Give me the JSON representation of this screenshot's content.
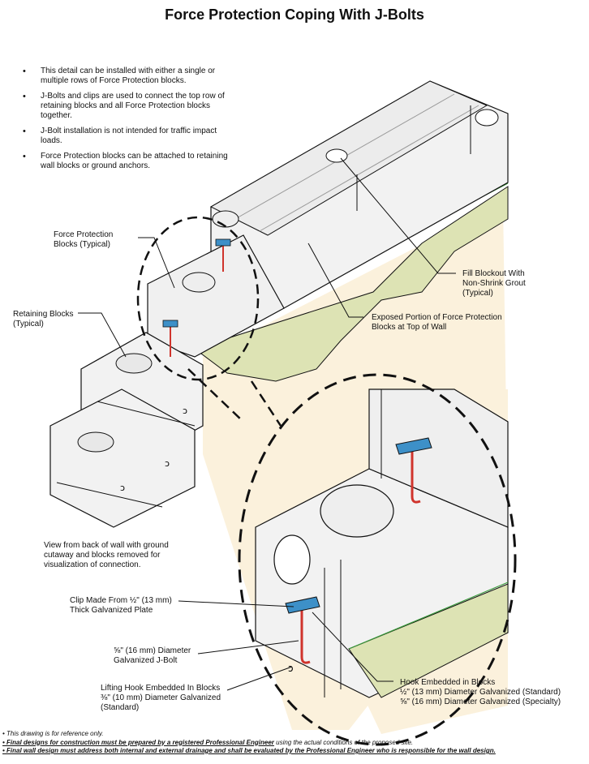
{
  "title": "Force Protection Coping With J-Bolts",
  "bullets": [
    "This detail can be installed with either a single or multiple rows of Force Protection blocks.",
    "J-Bolts and clips are used to connect the top row of retaining blocks and all Force Protection blocks together.",
    "J-Bolt installation is not intended for traffic impact loads.",
    "Force Protection blocks can be attached to retaining wall blocks or ground anchors."
  ],
  "labels": {
    "force_protection_blocks": "Force Protection\nBlocks (Typical)",
    "retaining_blocks": "Retaining Blocks\n(Typical)",
    "fill_blockout": "Fill Blockout With\nNon-Shrink Grout\n(Typical)",
    "exposed_portion": "Exposed Portion of Force Protection\nBlocks at Top of Wall",
    "view_note": "View from back of wall with ground\ncutaway and blocks removed for\nvisualization of connection.",
    "clip": "Clip Made From ½\" (13 mm)\nThick Galvanized Plate",
    "jbolt": "⅝\" (16 mm) Diameter\nGalvanized J-Bolt",
    "lifting_hook": "Lifting Hook Embedded In Blocks\n⅜\" (10 mm) Diameter Galvanized\n(Standard)",
    "hook_embedded": "Hook Embedded in Blocks\n½\" (13 mm) Diameter Galvanized (Standard)\n⅝\" (16 mm) Diameter Galvanized (Specialty)"
  },
  "notes": {
    "n1": "• This drawing is for reference only.",
    "n2_bold": "• Final designs for construction must be prepared by a registered Professional Engineer",
    "n2_rest": " using the actual conditions of the proposed site.",
    "n3": "• Final wall design must address both internal and external drainage and shall be evaluated by the Professional Engineer who is responsible for the wall design."
  },
  "colors": {
    "grass": "#dde3b4",
    "grass_dark": "#c9d29a",
    "ground": "#fbf1dc",
    "block": "#f2f2f2",
    "clip": "#3d90c8",
    "bolt": "#d0342c",
    "line": "#111111"
  }
}
